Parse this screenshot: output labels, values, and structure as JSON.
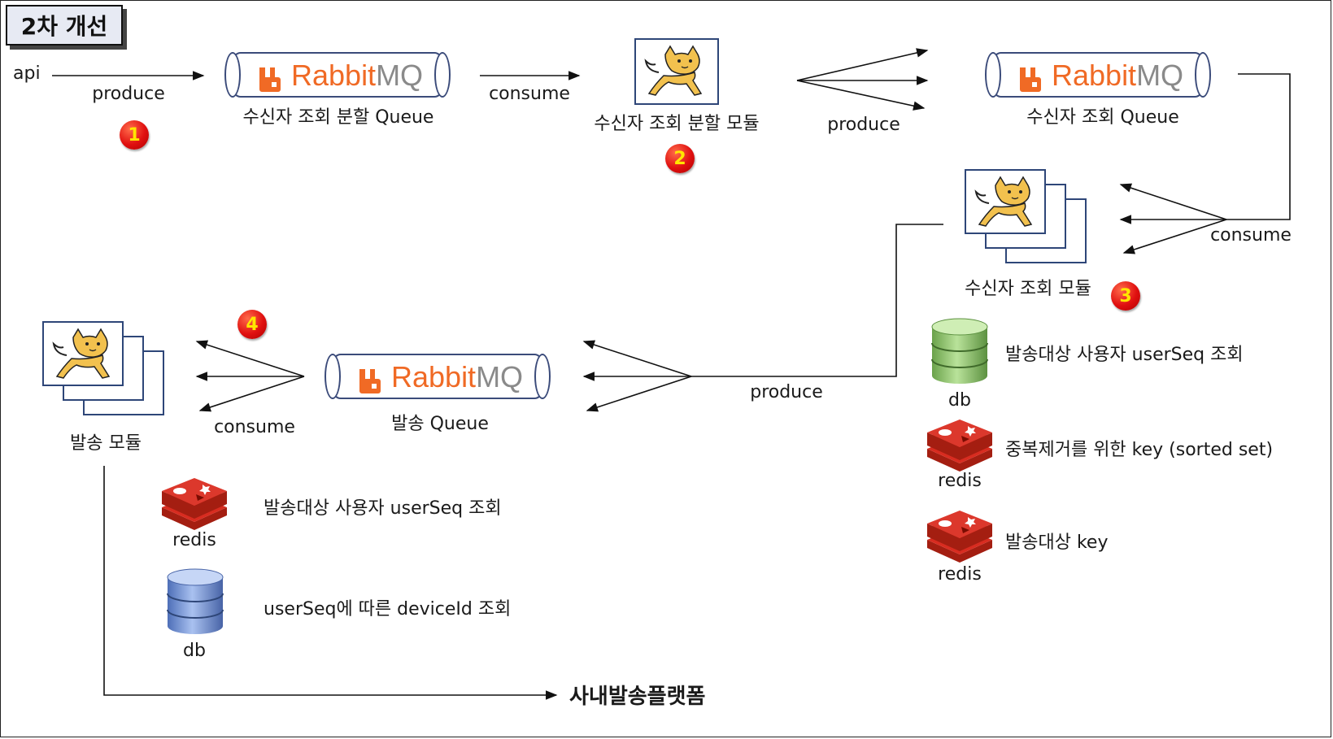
{
  "title": "2차 개선",
  "labels": {
    "api": "api",
    "produce_1": "produce",
    "consume_1": "consume",
    "produce_2": "produce",
    "consume_2": "consume",
    "produce_3": "produce",
    "consume_3": "consume",
    "platform": "사내발송플랫폼"
  },
  "queues": {
    "split_queue": {
      "brand": "Rabbit",
      "brand_mq": "MQ",
      "caption": "수신자 조회 분할 Queue"
    },
    "recipient_queue": {
      "brand": "Rabbit",
      "brand_mq": "MQ",
      "caption": "수신자 조회 Queue"
    },
    "send_queue": {
      "brand": "Rabbit",
      "brand_mq": "MQ",
      "caption": "발송 Queue"
    }
  },
  "modules": {
    "split_module": "수신자 조회 분할 모듈",
    "recipient_module": "수신자 조회 모듈",
    "send_module": "발송 모듈"
  },
  "badges": [
    "1",
    "2",
    "3",
    "4"
  ],
  "stores_right": [
    {
      "icon": "db-icon",
      "color": "#8cc26a",
      "caption": "db",
      "desc": "발송대상 사용자 userSeq 조회"
    },
    {
      "icon": "redis-icon",
      "color": "#d82c20",
      "caption": "redis",
      "desc": "중복제거를 위한 key (sorted set)"
    },
    {
      "icon": "redis-icon",
      "color": "#d82c20",
      "caption": "redis",
      "desc": "발송대상 key"
    }
  ],
  "stores_left": [
    {
      "icon": "redis-icon",
      "color": "#d82c20",
      "caption": "redis",
      "desc": "발송대상 사용자 userSeq 조회"
    },
    {
      "icon": "db-icon",
      "color": "#6d8fd6",
      "caption": "db",
      "desc": "userSeq에 따른 deviceId 조회"
    }
  ],
  "colors": {
    "badge": "#e01010",
    "badge_text": "#ffe600",
    "rabbit": "#f06a25",
    "mq": "#8a8a8a",
    "border": "#2e4678"
  }
}
